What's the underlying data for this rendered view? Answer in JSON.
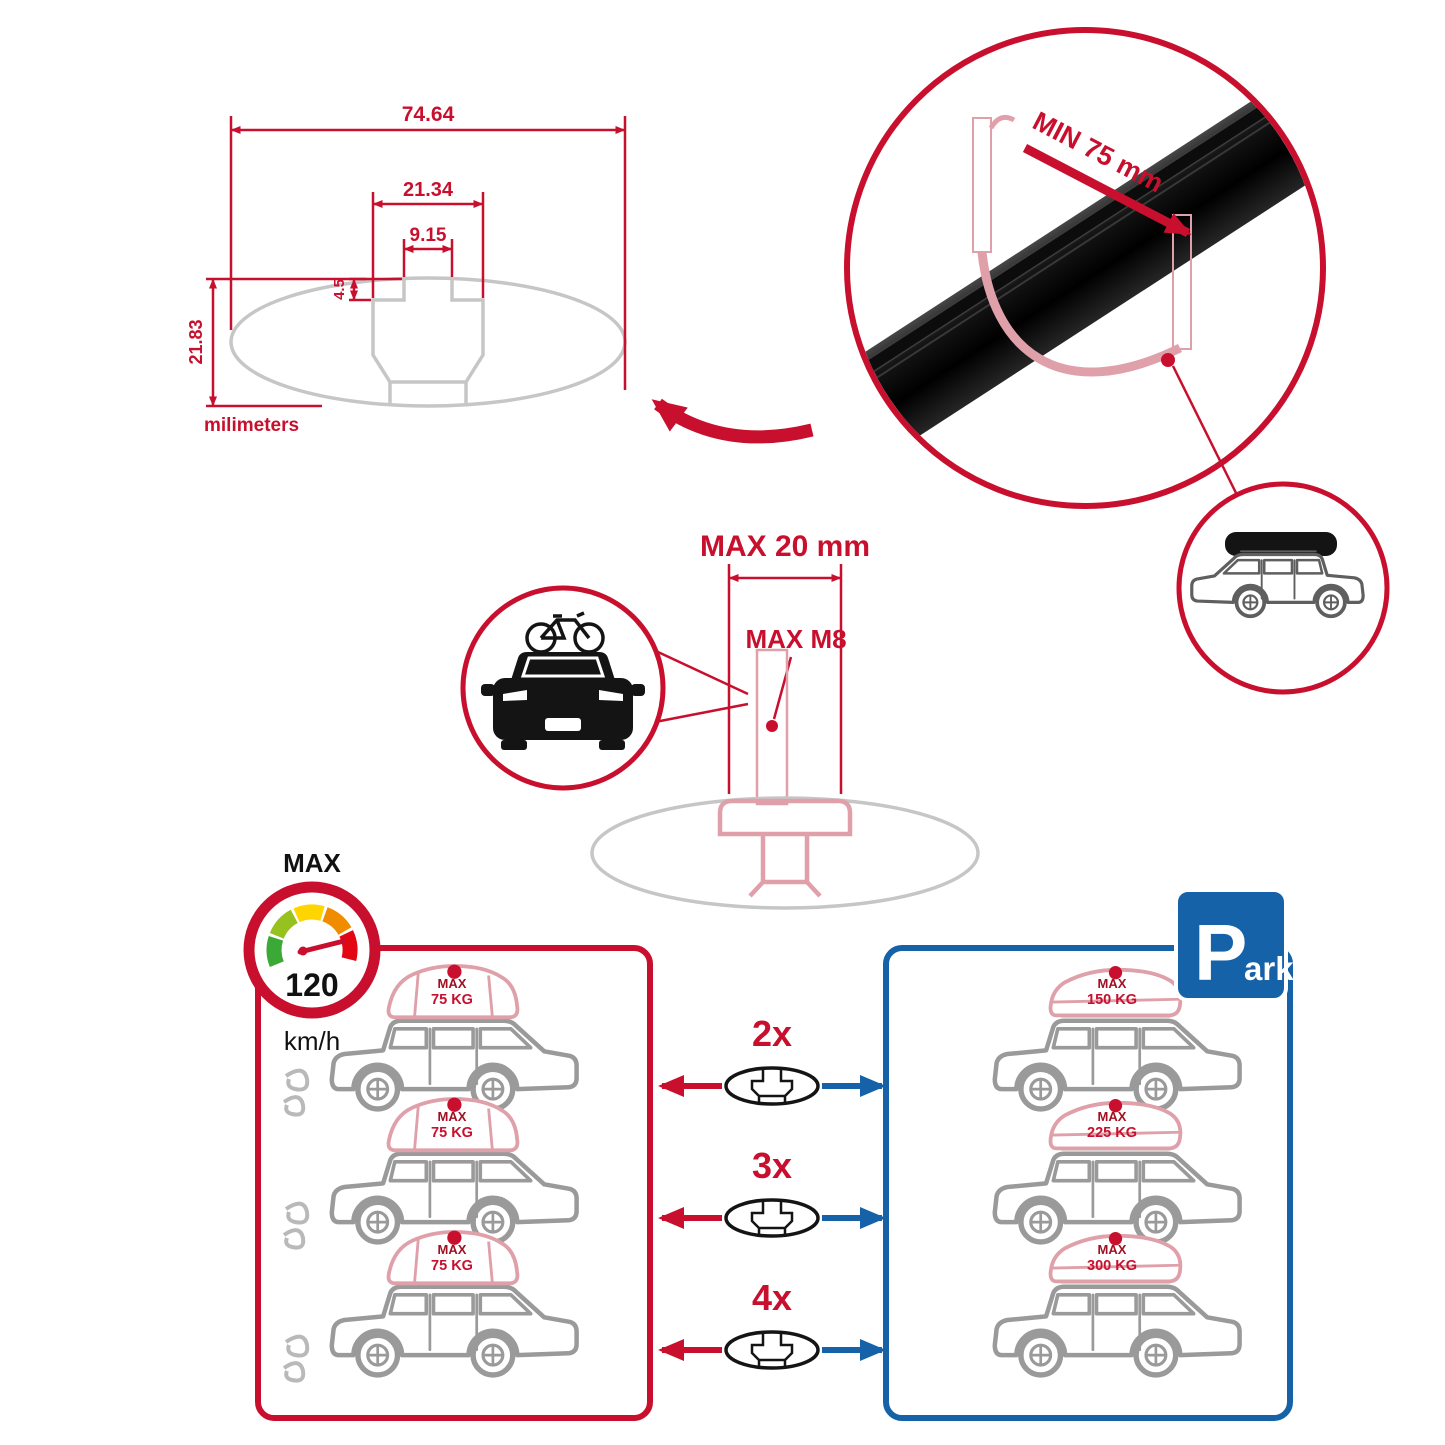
{
  "dimension_diagram": {
    "total_width": "74.64",
    "slot_outer_width": "21.34",
    "slot_inner_width": "9.15",
    "slot_depth": "4.5",
    "total_height": "21.83",
    "units_label": "milimeters"
  },
  "clamp_detail": {
    "min_span": "MIN 75 mm"
  },
  "bolt_detail": {
    "max_length": "MAX 20 mm",
    "max_thread": "MAX M8"
  },
  "speed_limit": {
    "title": "MAX",
    "value": "120",
    "units": "km/h"
  },
  "park_sign": {
    "letter": "P",
    "suffix": "ark"
  },
  "comparison": {
    "left_loads": [
      {
        "max": "MAX",
        "weight": "75 KG"
      },
      {
        "max": "MAX",
        "weight": "75 KG"
      },
      {
        "max": "MAX",
        "weight": "75 KG"
      }
    ],
    "multipliers": [
      "2x",
      "3x",
      "4x"
    ],
    "right_loads": [
      {
        "max": "MAX",
        "weight": "150 KG"
      },
      {
        "max": "MAX",
        "weight": "225 KG"
      },
      {
        "max": "MAX",
        "weight": "300 KG"
      }
    ]
  },
  "colors": {
    "red": "#c8102e",
    "blue": "#1562a8",
    "pink": "#dfa0aa",
    "gray": "#c6c6c6",
    "dark": "#111111"
  }
}
